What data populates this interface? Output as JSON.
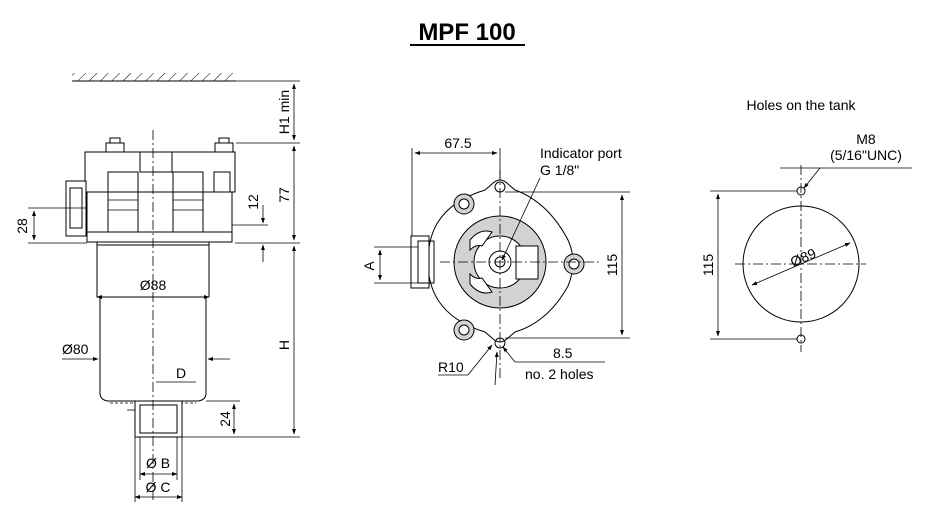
{
  "title": "MPF 100",
  "side_view": {
    "dims": {
      "h1": "H1 min",
      "d77": "77",
      "d12": "12",
      "d28": "28",
      "d88": "Ø88",
      "d80": "Ø80",
      "h": "H",
      "d": "D",
      "d24": "24",
      "b": "Ø B",
      "c": "Ø C"
    }
  },
  "top_view": {
    "dims": {
      "d675": "67.5",
      "indicator_port": "Indicator port",
      "g18": "G 1/8\"",
      "d115": "115",
      "a": "A",
      "r10": "R10",
      "d85": "8.5",
      "holes": "no. 2 holes"
    }
  },
  "tank_view": {
    "caption": "Holes on the tank",
    "m8": "M8",
    "unc": "(5/16\"UNC)",
    "d115": "115",
    "d89": "Ø89"
  }
}
